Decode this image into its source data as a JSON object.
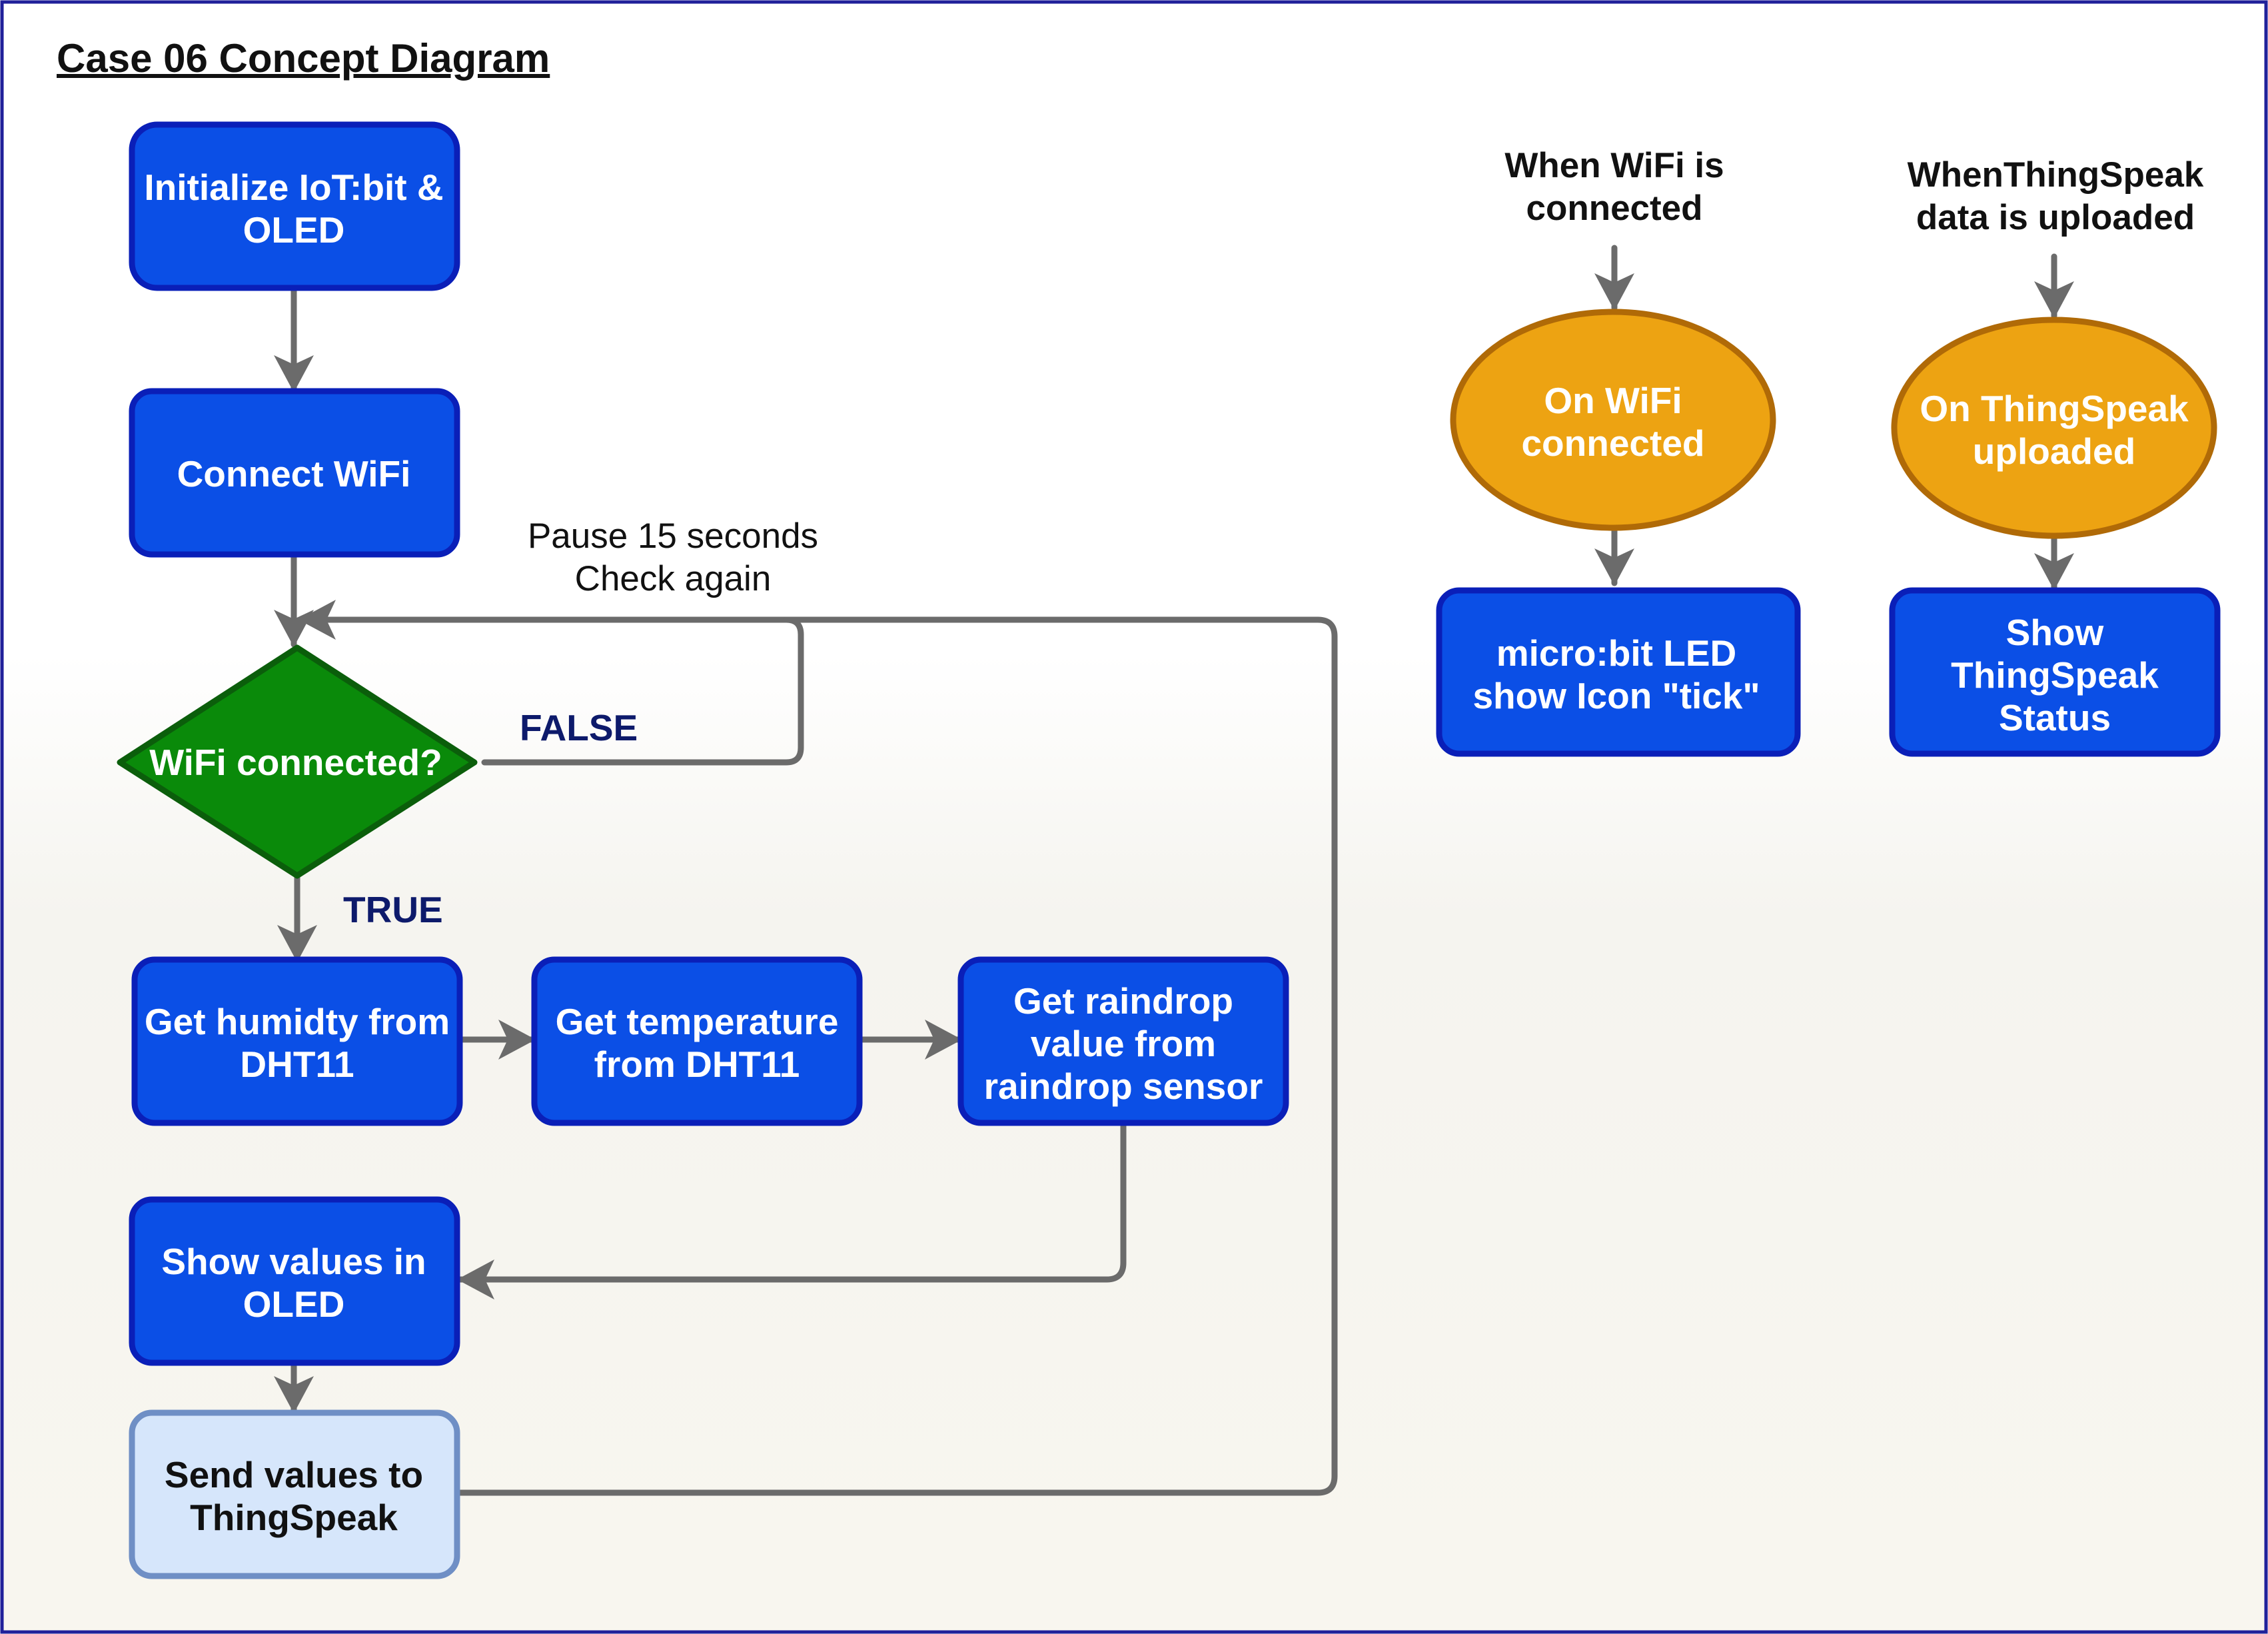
{
  "title": "Case 06 Concept Diagram",
  "colors": {
    "process_fill": "#0b4fe6",
    "process_stroke": "#0a1fb8",
    "light_fill": "#d6e6fb",
    "light_stroke": "#6f8fc5",
    "decision_fill": "#0a8a0a",
    "decision_stroke": "#0b5e0b",
    "event_fill": "#eda312",
    "event_stroke": "#b06a07",
    "edge": "#6b6b6b",
    "branch_label": "#0d1a6b"
  },
  "nodes": {
    "init": {
      "lines": [
        "Initialize IoT:bit &",
        "OLED"
      ]
    },
    "connect": {
      "lines": [
        "Connect WiFi"
      ]
    },
    "decision": {
      "lines": [
        "WiFi connected?"
      ]
    },
    "humidity": {
      "lines": [
        "Get humidty from",
        "DHT11"
      ]
    },
    "temperature": {
      "lines": [
        "Get temperature",
        "from DHT11"
      ]
    },
    "raindrop": {
      "lines": [
        "Get raindrop",
        "value from",
        "raindrop sensor"
      ]
    },
    "show_oled": {
      "lines": [
        "Show values in",
        "OLED"
      ]
    },
    "send": {
      "lines": [
        "Send values to",
        "ThingSpeak"
      ]
    },
    "wifi_trigger": {
      "lines": [
        "When WiFi is",
        "connected"
      ]
    },
    "wifi_event": {
      "lines": [
        "On WiFi",
        "connected"
      ]
    },
    "led_tick": {
      "lines": [
        "micro:bit LED",
        "show Icon \"tick\""
      ]
    },
    "ts_trigger": {
      "lines": [
        "WhenThingSpeak",
        "data is uploaded"
      ]
    },
    "ts_event": {
      "lines": [
        "On ThingSpeak",
        "uploaded"
      ]
    },
    "ts_status": {
      "lines": [
        "Show",
        "ThingSpeak",
        "Status"
      ]
    }
  },
  "edge_labels": {
    "false": "FALSE",
    "true": "TRUE",
    "pause": [
      "Pause 15 seconds",
      "Check again"
    ]
  }
}
